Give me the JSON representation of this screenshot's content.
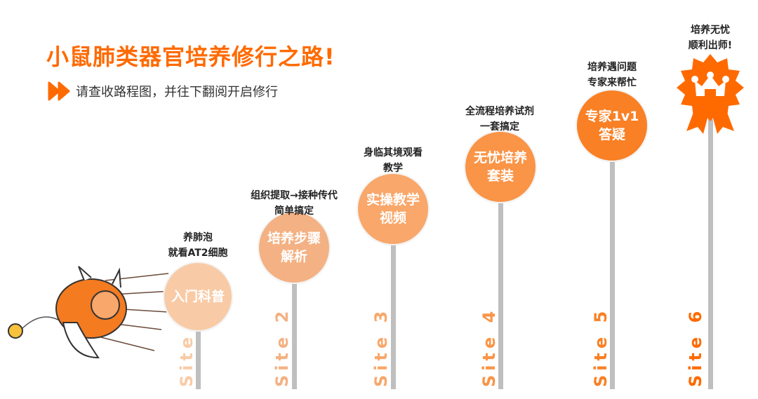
{
  "title": "小鼠肺类器官培养修行之路!",
  "subtitle": "请查收路程图，并往下翻阅开启修行",
  "stages": [
    {
      "site": "Site 1",
      "label": "入门科普",
      "caption": "养肺泡\n就看AT2细胞",
      "color": "#F8CBA6"
    },
    {
      "site": "Site 2",
      "label": "培养步骤\n解析",
      "caption": "组织提取→接种传代\n简单搞定",
      "color": "#F4B183"
    },
    {
      "site": "Site 3",
      "label": "实操教学\n视频",
      "caption": "身临其境观看\n教学",
      "color": "#F9A76A"
    },
    {
      "site": "Site 4",
      "label": "无忧培养\n套装",
      "caption": "全流程培养试剂\n一套搞定",
      "color": "#FA9446"
    },
    {
      "site": "Site 5",
      "label": "专家1v1\n答疑",
      "caption": "培养遇问题\n专家来帮忙",
      "color": "#F98024"
    },
    {
      "site": "Site 6",
      "label": "",
      "caption": "培养无忧\n顺利出师!",
      "color": "#FF6A00",
      "icon": "crown-badge-icon"
    }
  ],
  "accent": "#FF6A00"
}
